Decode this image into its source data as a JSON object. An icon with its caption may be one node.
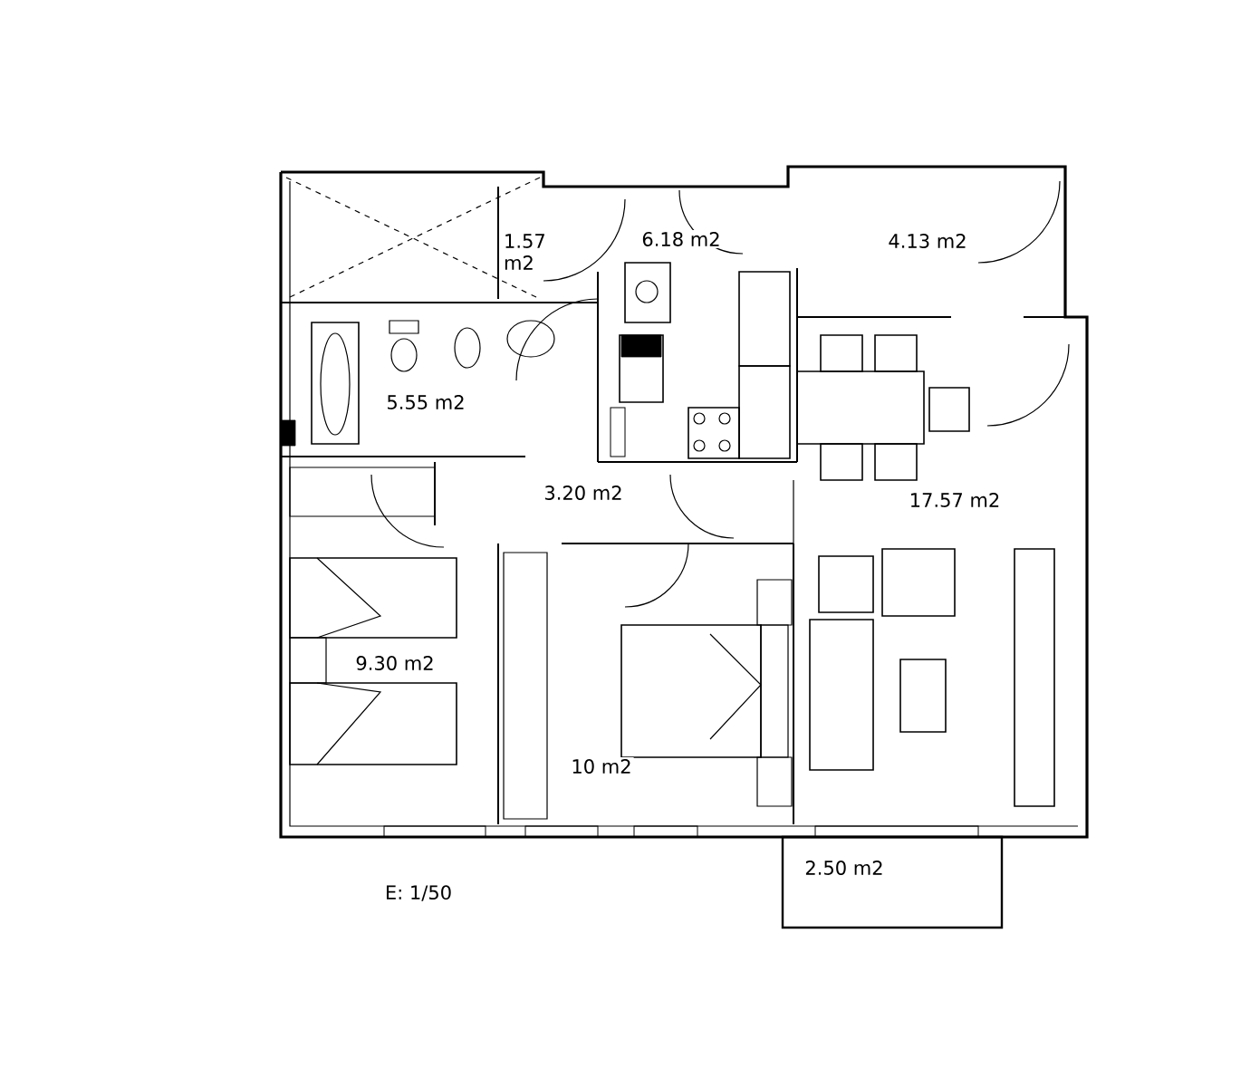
{
  "diagram": {
    "labels": [
      "1.57 m2",
      "6.18 m2",
      "4.13 m2",
      "5.55 m2",
      "3.20 m2",
      "17.57 m2",
      "9.30 m2",
      "10 m2",
      "2.50 m2",
      "E: 1/50"
    ]
  }
}
